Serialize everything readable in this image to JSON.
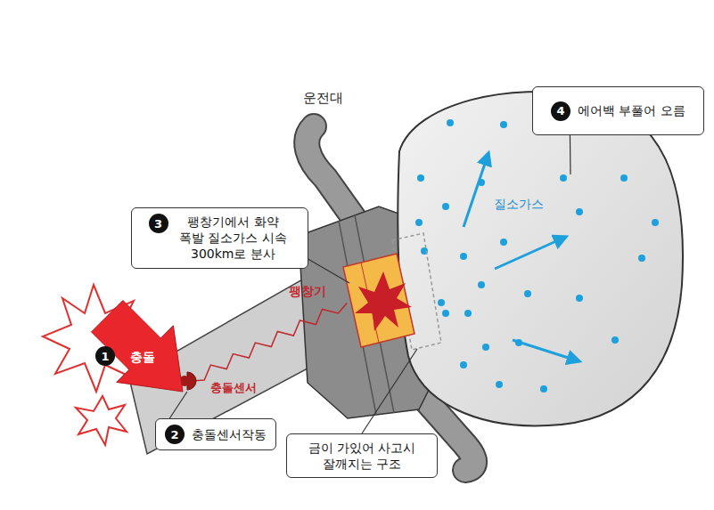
{
  "diagram": {
    "nodes": [
      {
        "text": [
          "4",
          "에어백 부풀어 오름"
        ]
      },
      {
        "text": [
          "3",
          "팽창기에서 화약 폭발 질소가스 시속 300km로 분사"
        ]
      },
      {
        "text": [
          "2",
          "충돌센서작동"
        ]
      },
      {
        "text": [
          "금이 가있어 사고시 잘깨지는 구조"
        ]
      }
    ],
    "labels": [
      "운전대",
      "질소가스",
      "팽창기",
      "1",
      "충돌",
      "충돌센서"
    ]
  }
}
